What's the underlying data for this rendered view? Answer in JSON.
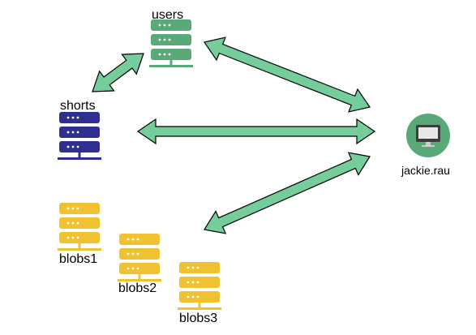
{
  "nodes": {
    "users": {
      "label": "users",
      "icon": "server-icon",
      "color": "#5aa978"
    },
    "shorts": {
      "label": "shorts",
      "icon": "server-icon",
      "color": "#2f2f8f"
    },
    "blobs1": {
      "label": "blobs1",
      "icon": "server-icon",
      "color": "#f0c232"
    },
    "blobs2": {
      "label": "blobs2",
      "icon": "server-icon",
      "color": "#f0c232"
    },
    "blobs3": {
      "label": "blobs3",
      "icon": "server-icon",
      "color": "#f0c232"
    },
    "client": {
      "label": "jackie.rau",
      "icon": "desktop-computer-icon",
      "color": "#5aa978"
    }
  },
  "connections": [
    {
      "from": "users",
      "to": "shorts",
      "kind": "bidirectional"
    },
    {
      "from": "users",
      "to": "client",
      "kind": "bidirectional"
    },
    {
      "from": "shorts",
      "to": "client",
      "kind": "bidirectional"
    },
    {
      "from": "client",
      "to": "blobs",
      "kind": "bidirectional"
    }
  ],
  "arrow_fill": "#74cd9a",
  "arrow_stroke": "#000000"
}
